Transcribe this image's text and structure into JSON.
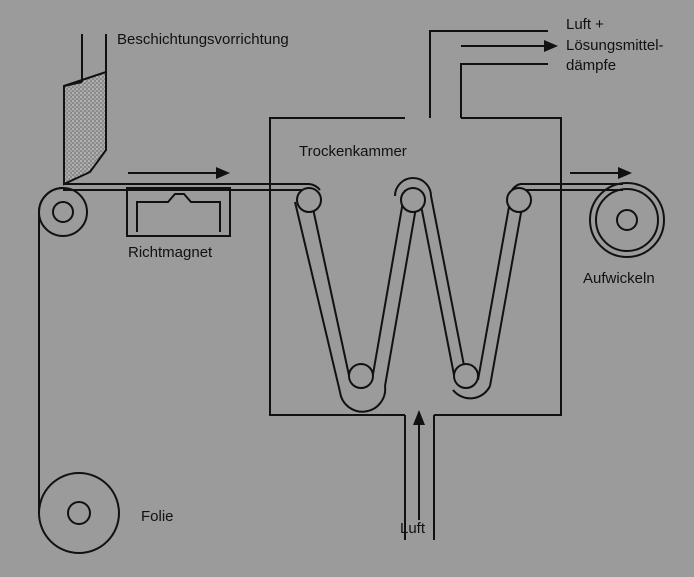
{
  "labels": {
    "coating": "Beschichtungsvorrichtung",
    "magnet": "Richtmagnet",
    "chamber": "Trockenkammer",
    "exhaust_1": "Luft +",
    "exhaust_2": "Lösungsmittel-",
    "exhaust_3": "dämpfe",
    "winding": "Aufwickeln",
    "foil": "Folie",
    "air": "Luft"
  },
  "colors": {
    "background": "#9b9b9b",
    "line": "#111111",
    "powder": "#d6d6d6"
  },
  "icons": {
    "flow_arrow": "right-arrow",
    "air_arrow": "up-arrow"
  }
}
